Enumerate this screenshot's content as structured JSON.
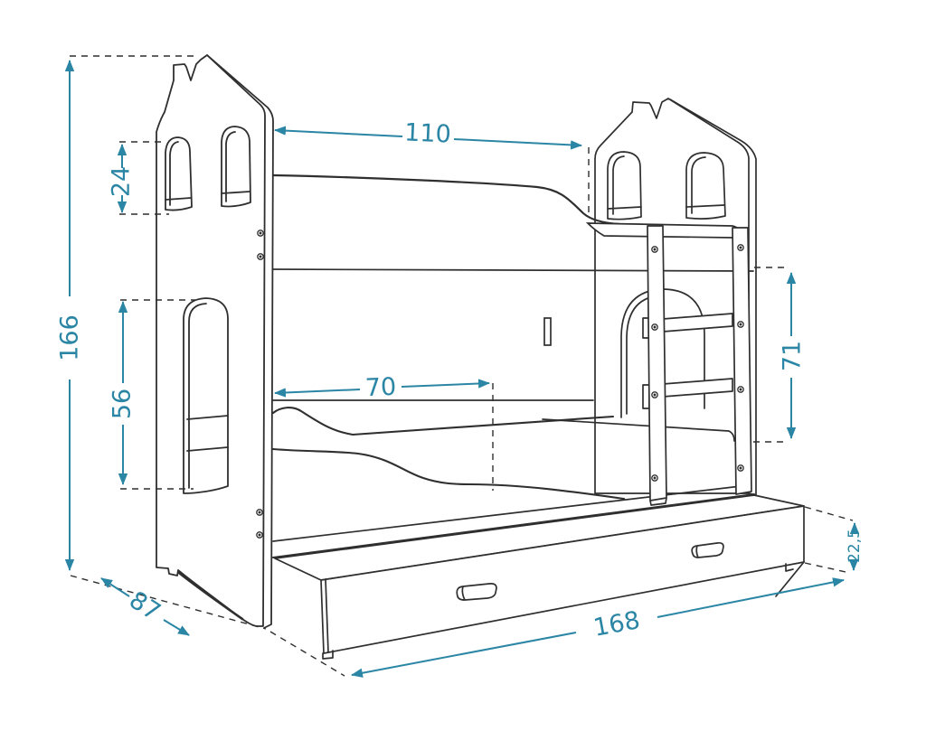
{
  "diagram": {
    "subject": "house-frame bunk bed with ladder and under-bed storage drawer",
    "view": "three-quarter perspective line drawing with dimension annotations",
    "dimensions": {
      "overall_height": "166",
      "upper_window_height": "24",
      "upper_bed_inner_length": "110",
      "door_opening_height": "56",
      "lower_bed_inner_length": "70",
      "bunk_clearance_height": "71",
      "bed_depth": "87",
      "overall_length": "168",
      "drawer_height": "22,5"
    }
  },
  "colors": {
    "background": "#ffffff",
    "line": "#2f2f2f",
    "dimension": "#2b86a5"
  }
}
